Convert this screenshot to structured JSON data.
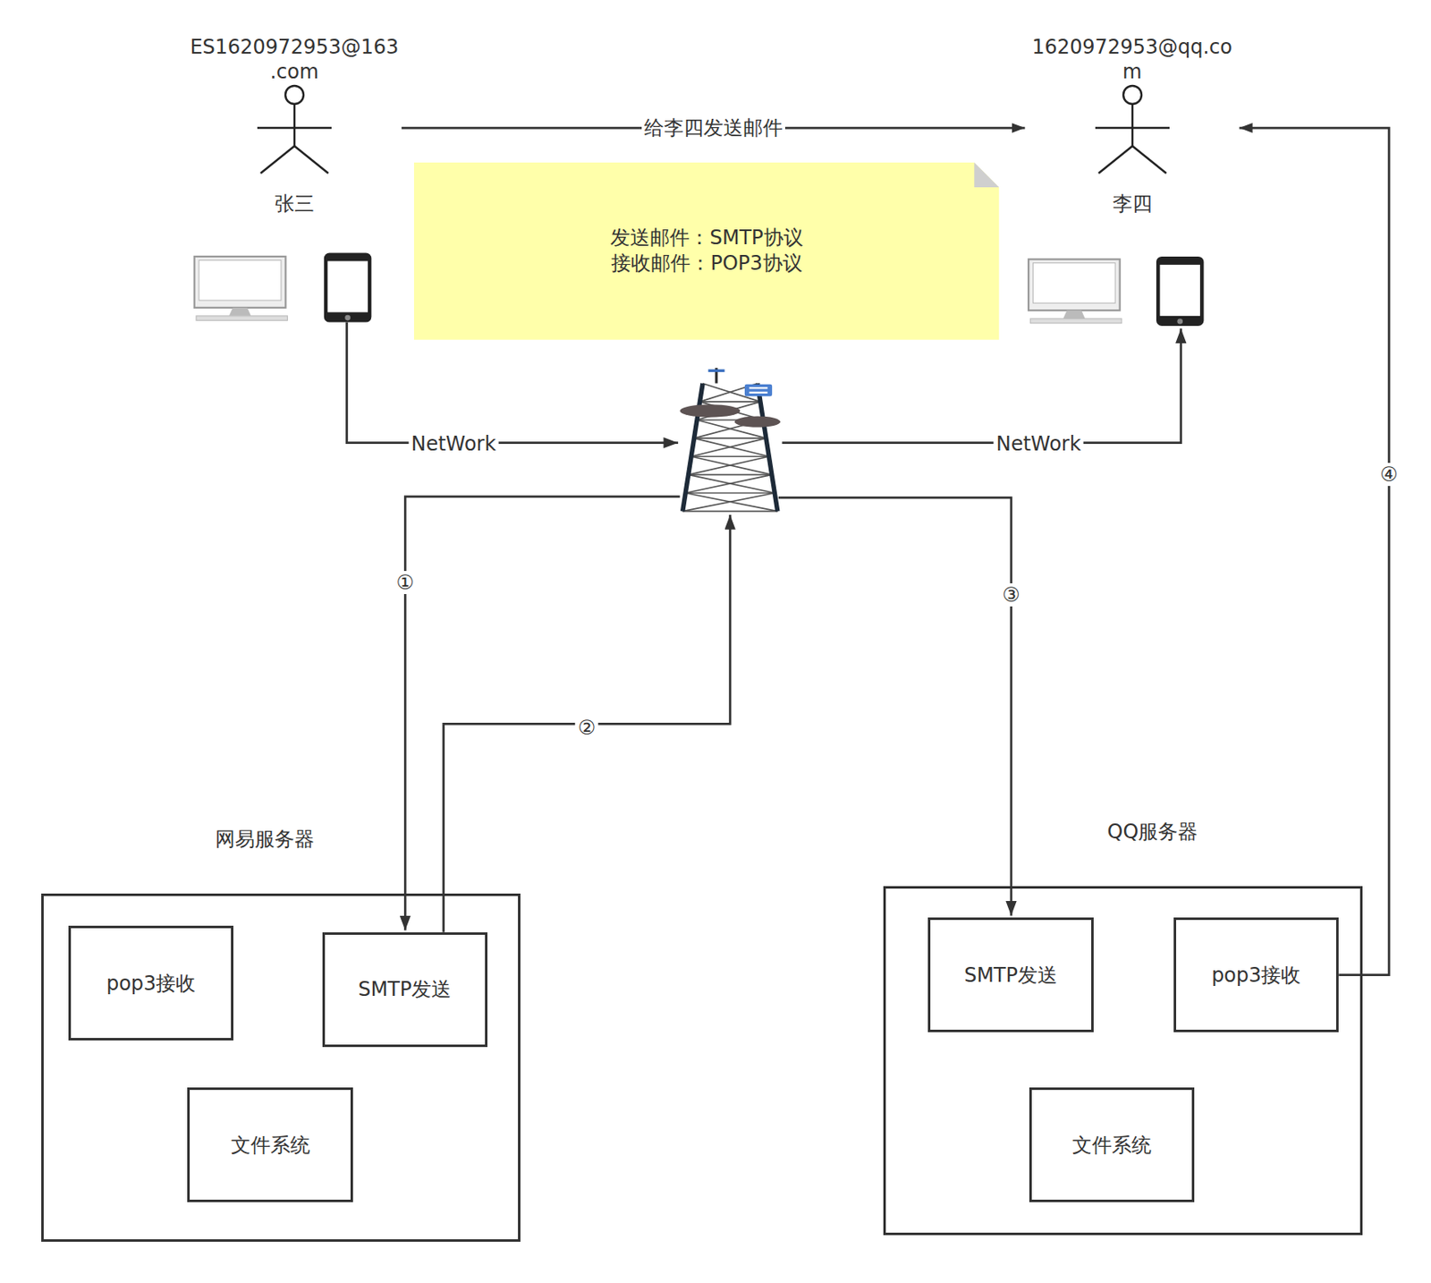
{
  "diagram": {
    "nodes": [
      {
        "text": [
          "ES1620972953@163.com",
          "张三"
        ]
      },
      {
        "text": [
          "1620972953@qq.com",
          "李四"
        ]
      },
      {
        "text": [
          "发送邮件：SMTP协议",
          "接收邮件：POP3协议"
        ]
      },
      {
        "text": [
          "网易服务器"
        ]
      },
      {
        "text": [
          "pop3接收"
        ],
        "in": 3
      },
      {
        "text": [
          "SMTP发送"
        ],
        "in": 3
      },
      {
        "text": [
          "文件系统"
        ],
        "in": 3
      },
      {
        "text": [
          "QQ服务器"
        ]
      },
      {
        "text": [
          "SMTP发送"
        ],
        "in": 7
      },
      {
        "text": [
          "pop3接收"
        ],
        "in": 7
      },
      {
        "text": [
          "文件系统"
        ],
        "in": 7
      }
    ],
    "edges": [
      {
        "from": 0,
        "to": 1,
        "arrow": "to",
        "label": "给李四发送邮件"
      },
      {
        "from": 9,
        "to": 1,
        "arrow": "to",
        "label": "④"
      }
    ],
    "labels": [
      "NetWork",
      "NetWork",
      "①",
      "②",
      "③"
    ]
  }
}
